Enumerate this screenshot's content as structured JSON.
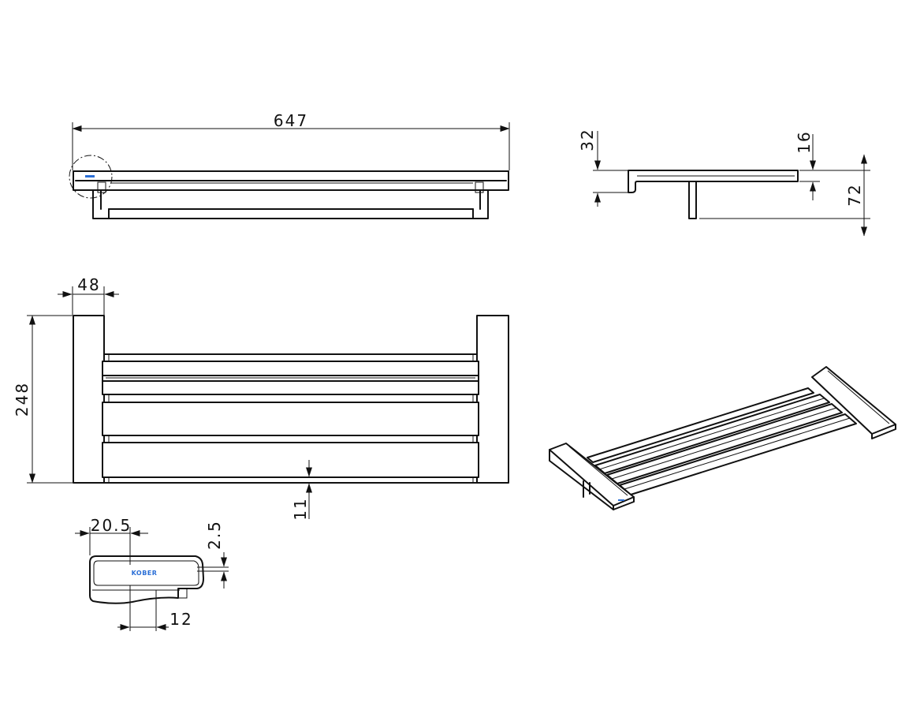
{
  "dimensions": {
    "overall_length": "647",
    "bracket_width": "48",
    "overall_depth": "248",
    "rail_gap": "11",
    "side_top_offset": "32",
    "front_thickness": "16",
    "side_height": "72",
    "detail_width": "20.5",
    "detail_step": "2.5",
    "detail_base": "12"
  },
  "logo": {
    "text": "KOBER",
    "color": "#2b6fd6"
  },
  "colors": {
    "line": "#111111",
    "background": "#ffffff"
  }
}
